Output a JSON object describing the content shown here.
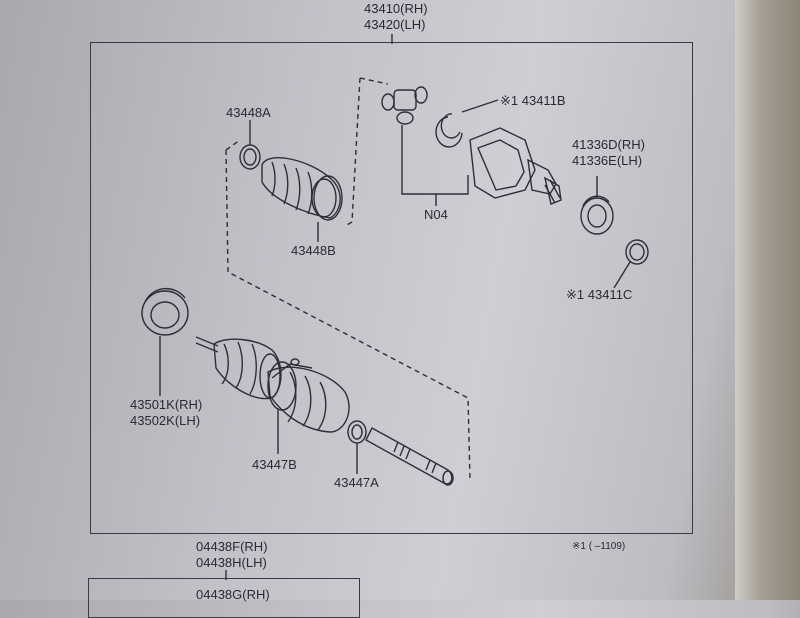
{
  "assembly": {
    "part_rh": "43410(RH)",
    "part_lh": "43420(LH)"
  },
  "parts": {
    "boot_clamp_a": "43448A",
    "boot_clamp_b": "43448B",
    "tripod_snap_ring": "※1 43411B",
    "oil_seal_rh": "41336D(RH)",
    "oil_seal_lh": "41336E(LH)",
    "inner_group": "N04",
    "snap_ring_c": "※1 43411C",
    "dust_cover_rh": "43501K(RH)",
    "dust_cover_lh": "43502K(LH)",
    "outer_boot_kit": "43447B",
    "outer_clamp": "43447A"
  },
  "footnote": "※1 (      –1109)",
  "below": {
    "part_rh": "04438F(RH)",
    "part_lh": "04438H(LH)",
    "next_part": "04438G(RH)"
  }
}
